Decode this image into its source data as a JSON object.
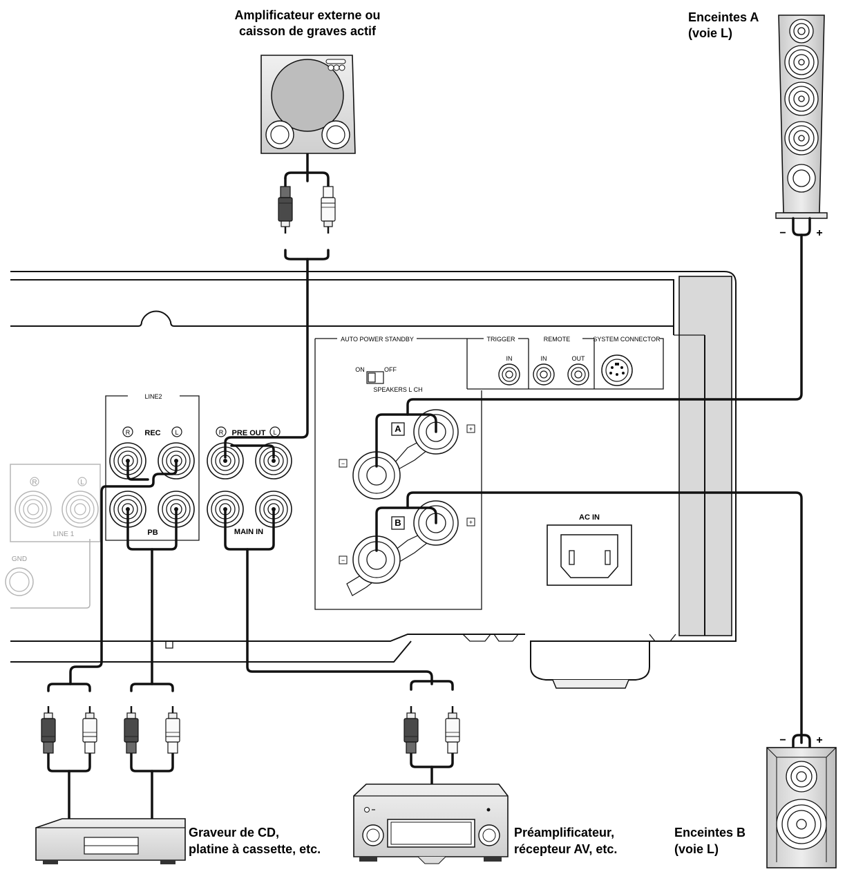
{
  "captions": {
    "amp_line1": "Amplificateur externe ou",
    "amp_line2": "caisson de graves actif",
    "spk_a_line1": "Enceintes A",
    "spk_a_line2": "(voie L)",
    "spk_b_line1": "Enceintes B",
    "spk_b_line2": "(voie L)",
    "cd_line1": "Graveur de CD,",
    "cd_line2": "platine à cassette, etc.",
    "preamp_line1": "Préamplificateur,",
    "preamp_line2": "récepteur AV, etc."
  },
  "panel": {
    "auto_power_standby": "AUTO POWER STANDBY",
    "switch_on": "ON",
    "switch_off": "OFF",
    "trigger": "TRIGGER",
    "trigger_in": "IN",
    "remote": "REMOTE",
    "remote_in": "IN",
    "remote_out": "OUT",
    "system_connector": "SYSTEM CONNECTOR",
    "speakers_l_ch": "SPEAKERS L CH",
    "speaker_a": "A",
    "speaker_b": "B",
    "plus": "+",
    "minus": "−",
    "line2": "LINE2",
    "rec": "REC",
    "pb": "PB",
    "right": "R",
    "left": "L",
    "pre_out": "PRE OUT",
    "main_in": "MAIN IN",
    "line1": "LINE 1",
    "gnd": "GND",
    "ac_in": "AC IN"
  },
  "terminals": {
    "plus": "+",
    "minus": "−"
  }
}
